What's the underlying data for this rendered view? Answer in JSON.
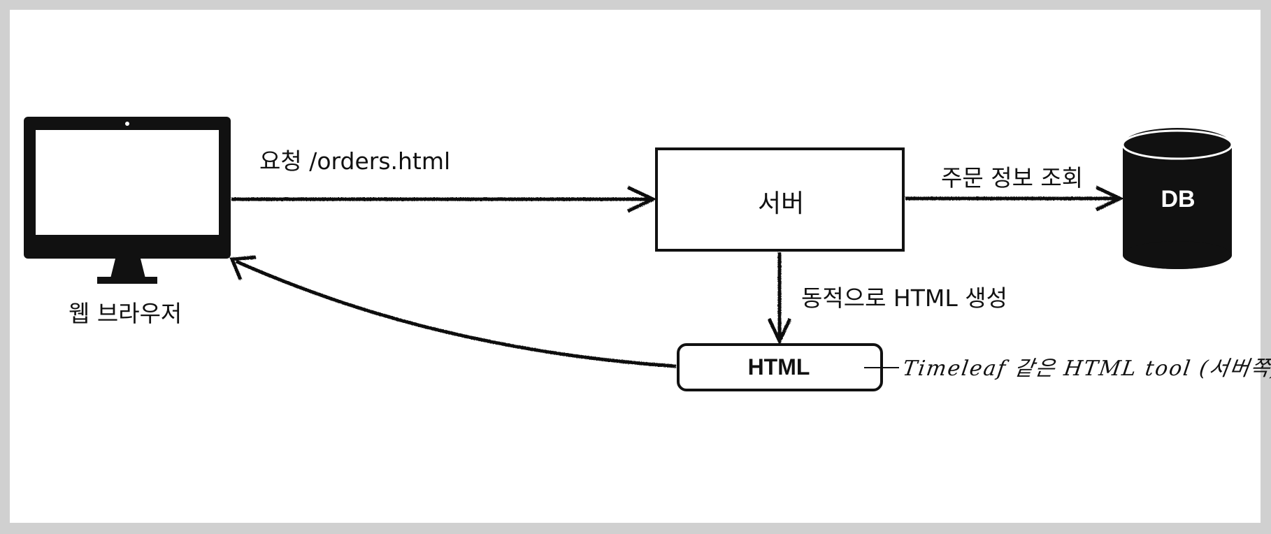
{
  "nodes": {
    "browser": {
      "label": "웹 브라우저"
    },
    "server": {
      "label": "서버"
    },
    "db": {
      "label": "DB"
    },
    "html": {
      "label": "HTML"
    }
  },
  "edges": {
    "request": {
      "label": "요청 /orders.html"
    },
    "query": {
      "label": "주문 정보 조회"
    },
    "generate": {
      "label": "동적으로 HTML 생성"
    }
  },
  "annotation": {
    "text": "Timeleaf 같은 HTML tool (서버쪽)"
  },
  "colors": {
    "frame": "#d0d0d0",
    "background": "#ffffff",
    "ink": "#111111"
  }
}
